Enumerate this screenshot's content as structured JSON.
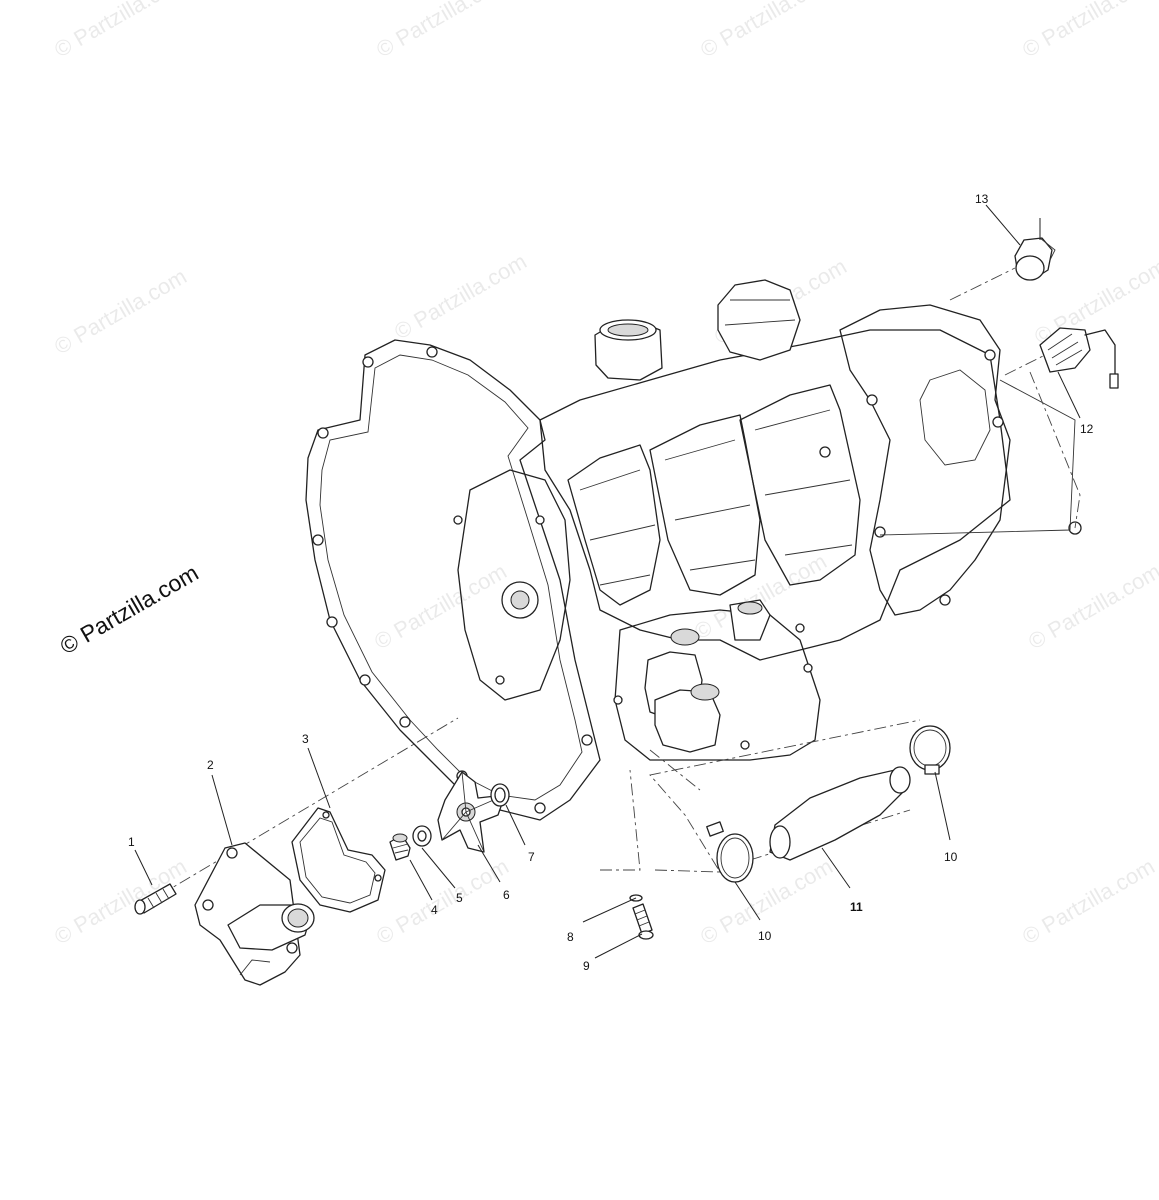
{
  "watermark": {
    "main_text": "© Partzilla.com",
    "tile_text": "© Partzilla.com"
  },
  "callouts": [
    {
      "id": "1",
      "label": "1"
    },
    {
      "id": "2",
      "label": "2"
    },
    {
      "id": "3",
      "label": "3"
    },
    {
      "id": "4",
      "label": "4"
    },
    {
      "id": "5",
      "label": "5"
    },
    {
      "id": "6",
      "label": "6"
    },
    {
      "id": "7",
      "label": "7"
    },
    {
      "id": "8",
      "label": "8"
    },
    {
      "id": "9",
      "label": "9"
    },
    {
      "id": "10a",
      "label": "10"
    },
    {
      "id": "10b",
      "label": "10"
    },
    {
      "id": "11",
      "label": "11"
    },
    {
      "id": "12",
      "label": "12"
    },
    {
      "id": "13",
      "label": "13"
    }
  ],
  "colors": {
    "line": "#222222",
    "background": "#ffffff"
  }
}
